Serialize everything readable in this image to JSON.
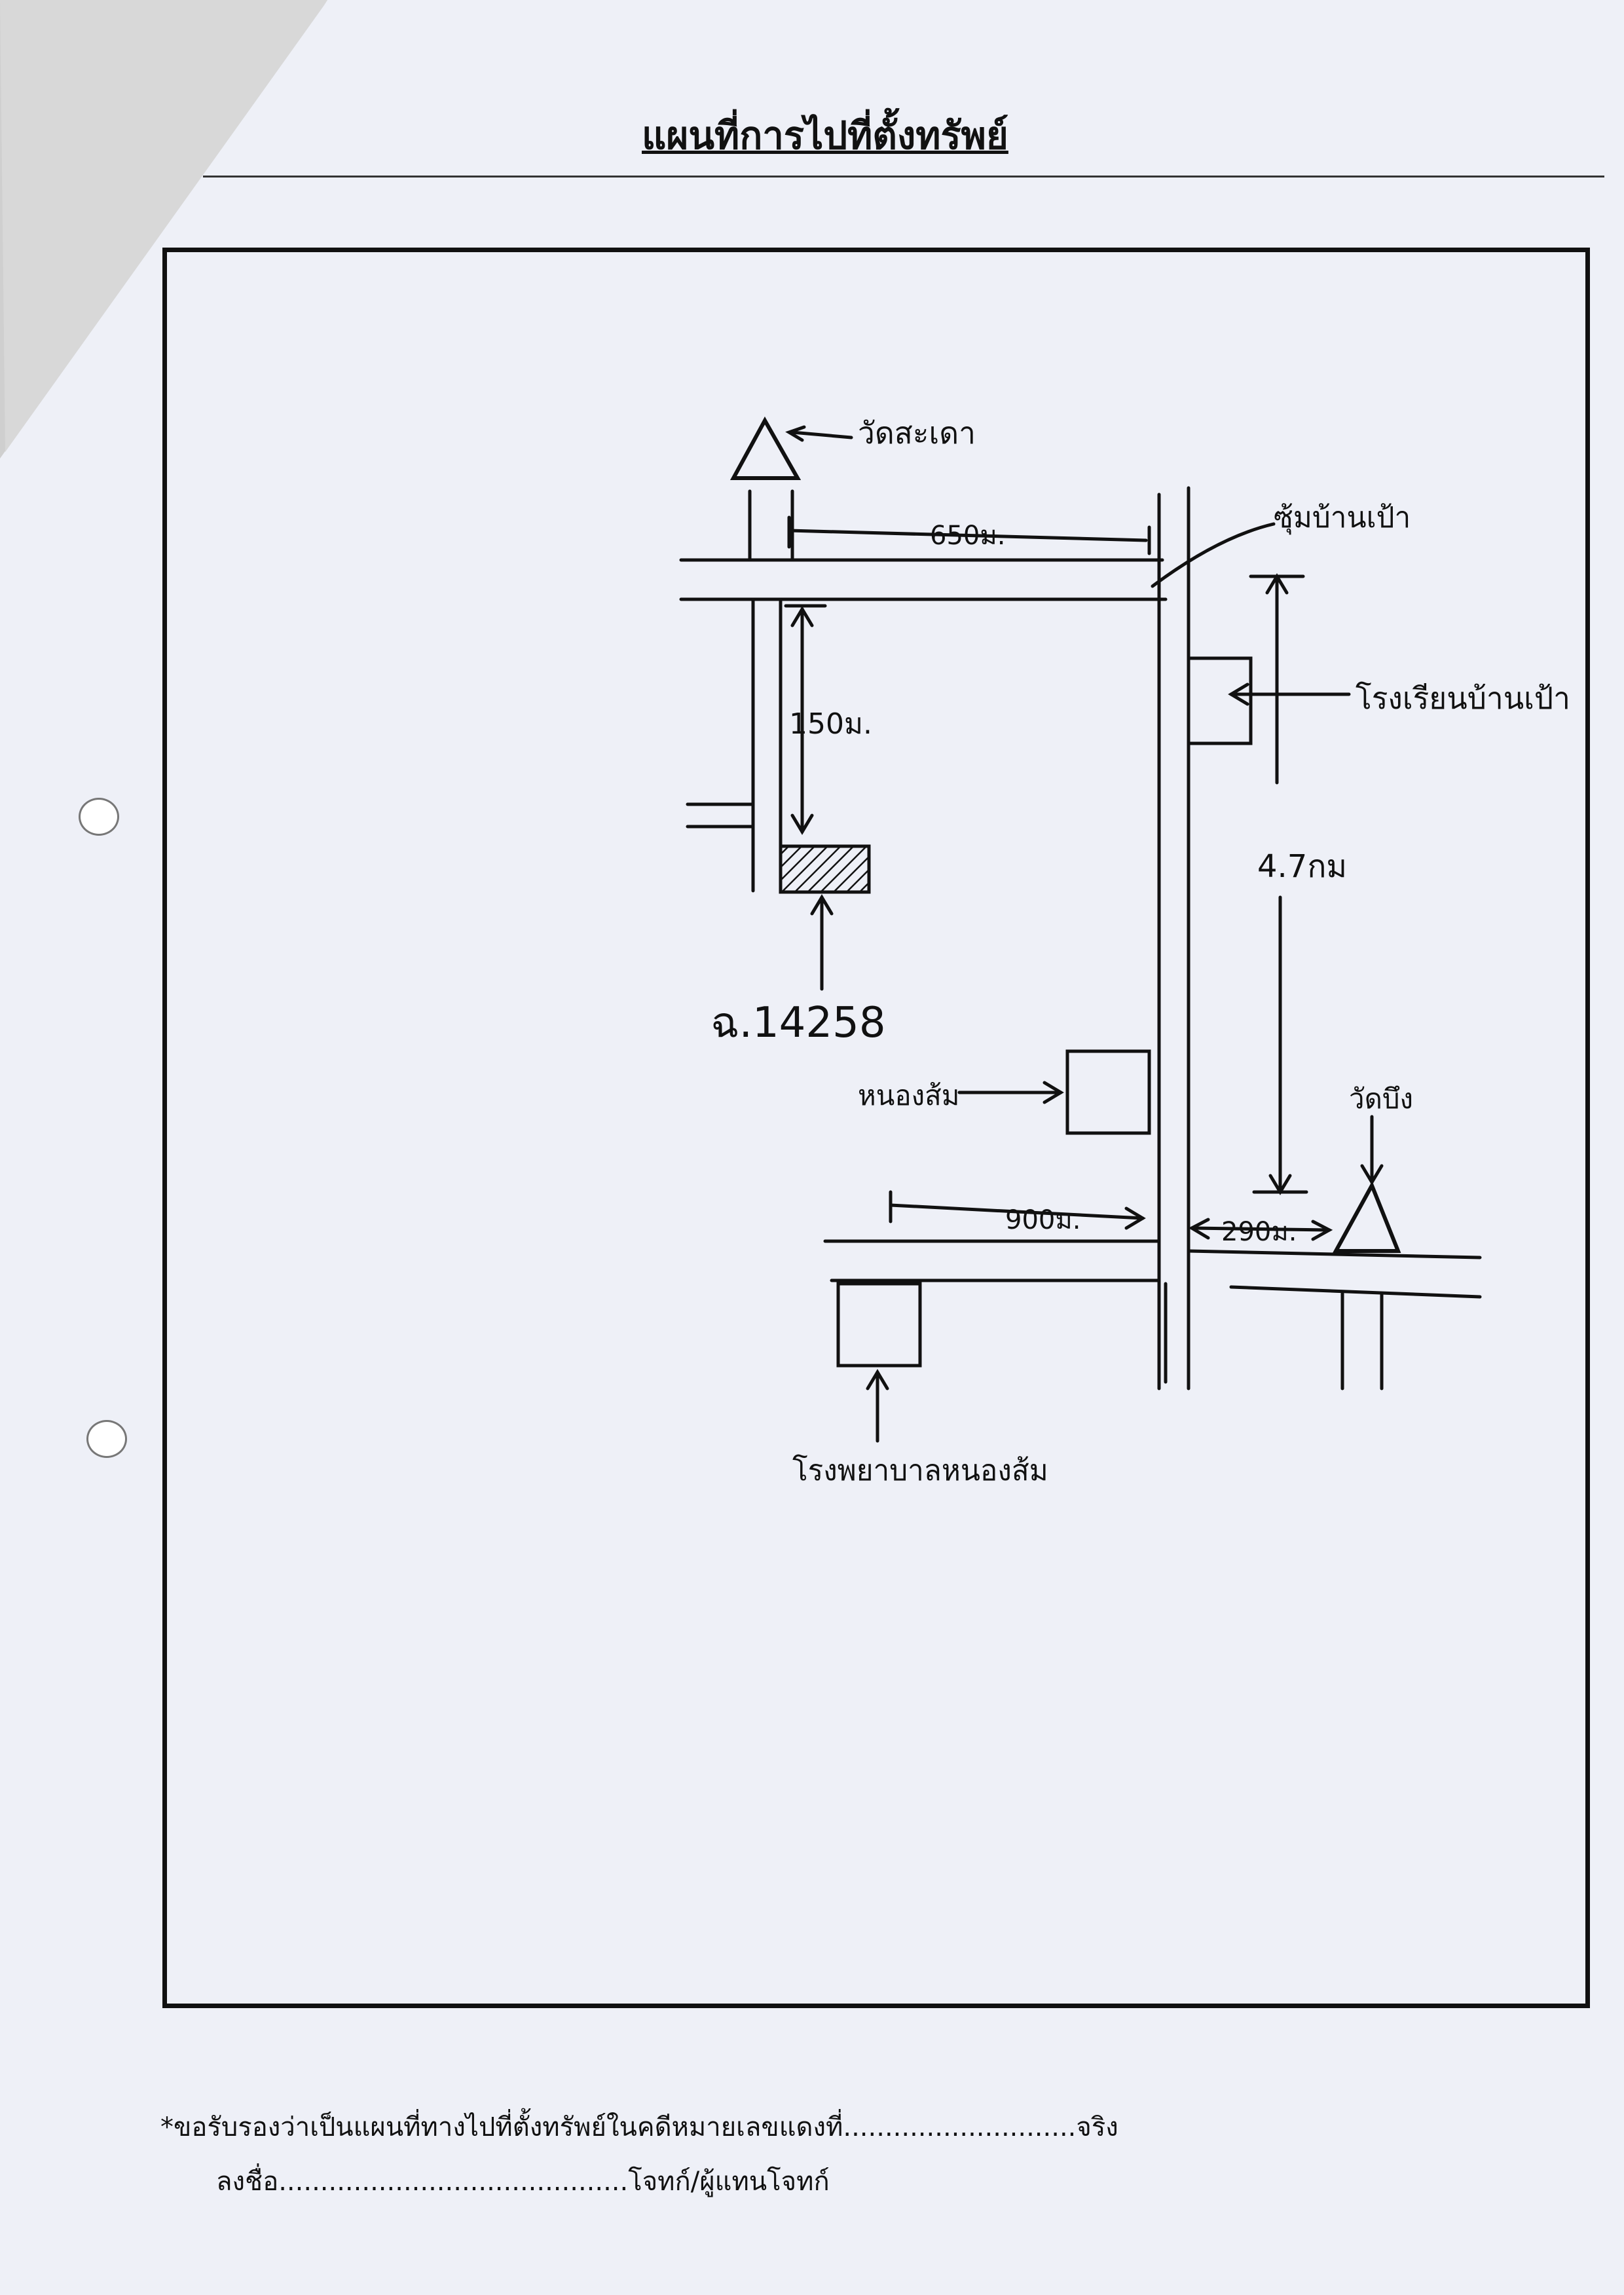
{
  "document": {
    "title": "แผนที่การไปที่ตั้งทรัพย์"
  },
  "map": {
    "landmarks": {
      "temple_top": "วัดสะเดา",
      "junction_label": "ซุ้มบ้านเป้า",
      "hospital": "โรงเรียนบ้านเป้า",
      "parcel": "ฉ.14258",
      "market": "หนองส้ม",
      "temple_right": "วัดบึง",
      "school_bottom": "โรงพยาบาลหนองส้ม"
    },
    "distances": {
      "top_road": "650ม.",
      "left_road": "150ม.",
      "right_vertical": "4.7กม",
      "bottom_left": "900ม.",
      "bottom_right": "290ม."
    }
  },
  "footer": {
    "certify_text": "*ขอรับรองว่าเป็นแผนที่ทางไปที่ตั้งทรัพย์ในคดีหมายเลขแดงที่............................จริง",
    "sign_text": "ลงชื่อ..........................................โจทก์/ผู้แทนโจทก์"
  }
}
